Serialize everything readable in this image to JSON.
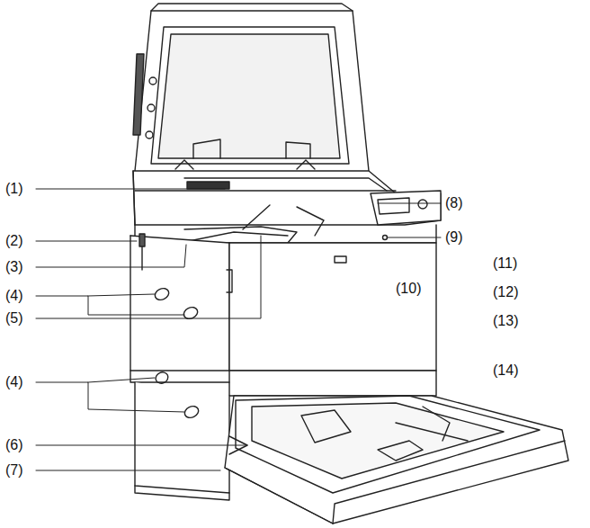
{
  "diagram": {
    "labels": [
      "(1)",
      "(8)",
      "(2)",
      "(9)",
      "(3)",
      "(11)",
      "(4)",
      "(12)",
      "(10)",
      "(13)",
      "(5)",
      "(4)",
      "(14)",
      "(6)",
      "(7)"
    ]
  }
}
